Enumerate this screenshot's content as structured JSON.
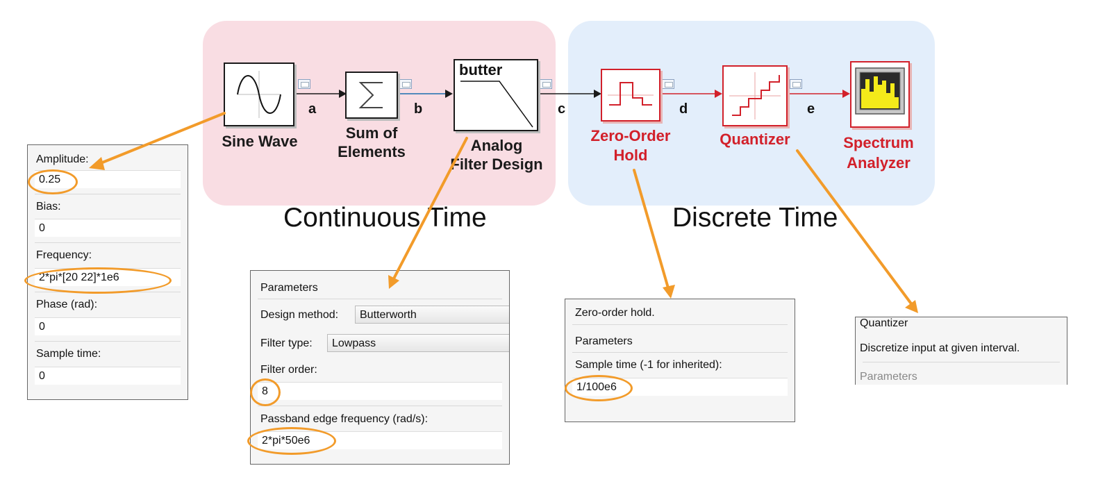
{
  "regions": {
    "continuous": {
      "title": "Continuous Time",
      "color": "#f9dde3"
    },
    "discrete": {
      "title": "Discrete Time",
      "color": "#e3eefb"
    }
  },
  "blocks": {
    "sine": {
      "label": "Sine Wave",
      "icon": "sine-wave-icon"
    },
    "sum": {
      "label_line1": "Sum of",
      "label_line2": "Elements",
      "icon": "sigma-icon"
    },
    "filter": {
      "label_line1": "Analog",
      "label_line2": "Filter Design",
      "inner_text": "butter",
      "icon": "lowpass-response-icon"
    },
    "zoh": {
      "label_line1": "Zero-Order",
      "label_line2": "Hold",
      "icon": "zero-order-hold-icon"
    },
    "quantizer": {
      "label": "Quantizer",
      "icon": "staircase-icon"
    },
    "spectrum": {
      "label_line1": "Spectrum",
      "label_line2": "Analyzer",
      "icon": "spectrum-scope-icon"
    }
  },
  "signals": {
    "a": "a",
    "b": "b",
    "c": "c",
    "d": "d",
    "e": "e"
  },
  "colors": {
    "accent_orange": "#f29b2a",
    "discrete_red": "#d2202a",
    "continuous_line": "#1a1a1a"
  },
  "sine_dialog": {
    "amplitude_label": "Amplitude:",
    "amplitude_value": "0.25",
    "bias_label": "Bias:",
    "bias_value": "0",
    "frequency_label": "Frequency:",
    "frequency_value": "2*pi*[20 22]*1e6",
    "phase_label": "Phase (rad):",
    "phase_value": "0",
    "sample_time_label": "Sample time:",
    "sample_time_value": "0"
  },
  "filter_dialog": {
    "section": "Parameters",
    "design_method_label": "Design method:",
    "design_method_value": "Butterworth",
    "filter_type_label": "Filter type:",
    "filter_type_value": "Lowpass",
    "filter_order_label": "Filter order:",
    "filter_order_value": "8",
    "passband_label": "Passband edge frequency (rad/s):",
    "passband_value": "2*pi*50e6"
  },
  "zoh_dialog": {
    "description": "Zero-order hold.",
    "section": "Parameters",
    "sample_time_label": "Sample time (-1 for inherited):",
    "sample_time_value": "1/100e6"
  },
  "quantizer_dialog": {
    "title": "Quantizer",
    "description": "Discretize input at given interval.",
    "section": "Parameters"
  }
}
